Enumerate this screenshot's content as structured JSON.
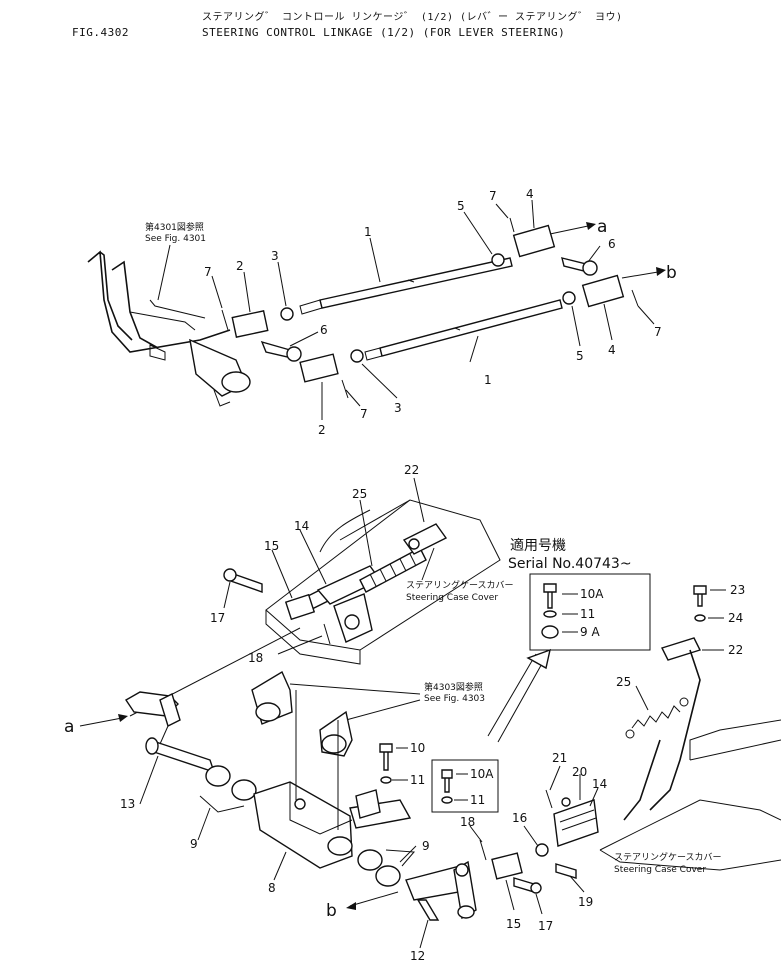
{
  "header": {
    "title_jp": "ステアリング゛ コントロール リンケージ゛ (1/2) (レバ゛ー ステアリング゛ ヨウ)",
    "title_en": "STEERING CONTROL LINKAGE (1/2) (FOR LEVER STEERING)",
    "fig_number": "FIG.4302"
  },
  "references": {
    "fig4301_jp": "第4301図参照",
    "fig4301_en": "See Fig. 4301",
    "fig4303_jp": "第4303図参照",
    "fig4303_en": "See Fig. 4303",
    "case_cover_jp": "ステアリングケースカバー",
    "case_cover_en": "Steering Case Cover"
  },
  "serial": {
    "label_jp": "適用号機",
    "label_en": "Serial  No.40743~"
  },
  "connectors": {
    "a": "a",
    "b": "b"
  },
  "callouts": {
    "n1": "1",
    "n2": "2",
    "n3": "3",
    "n4": "4",
    "n5": "5",
    "n6": "6",
    "n7": "7",
    "n8": "8",
    "n9": "9",
    "n9a": "9 A",
    "n10": "10",
    "n10a": "10A",
    "n11": "11",
    "n12": "12",
    "n13": "13",
    "n14": "14",
    "n15": "15",
    "n16": "16",
    "n17": "17",
    "n18": "18",
    "n19": "19",
    "n20": "20",
    "n21": "21",
    "n22": "22",
    "n23": "23",
    "n24": "24",
    "n25": "25"
  }
}
